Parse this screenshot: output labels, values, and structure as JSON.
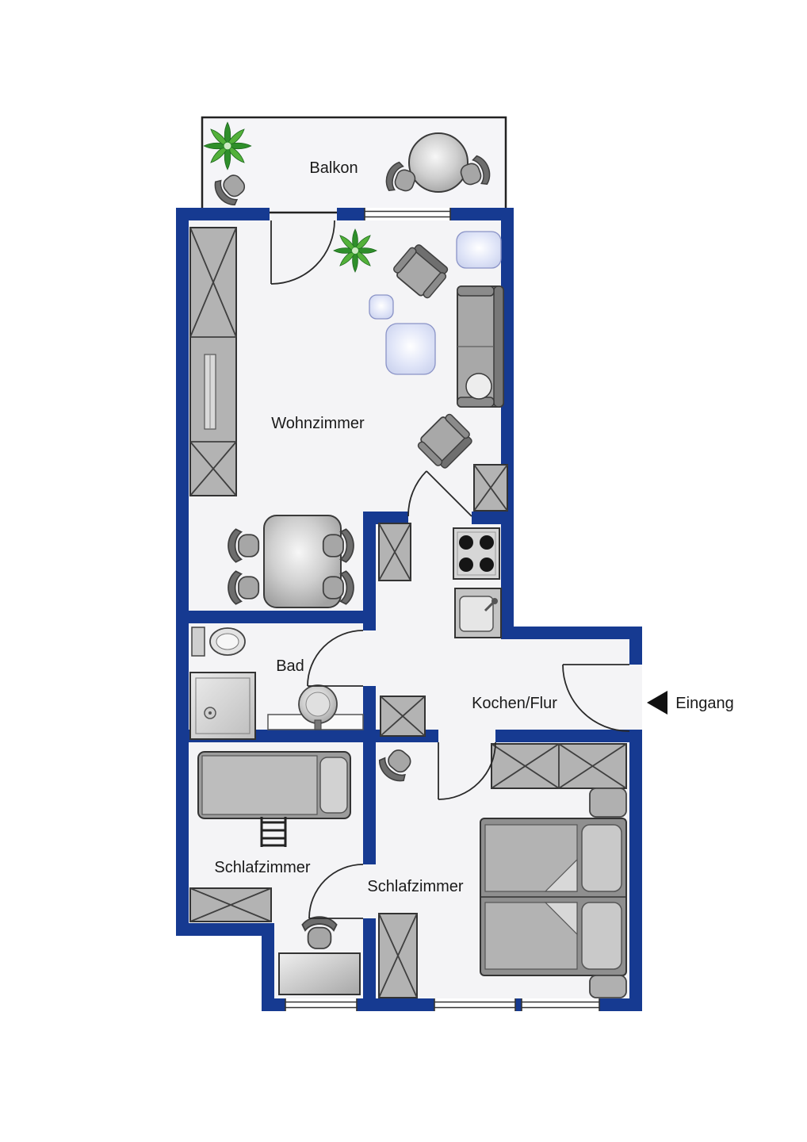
{
  "floorplan": {
    "rooms": [
      {
        "id": "balkon",
        "label": "Balkon"
      },
      {
        "id": "wohnzimmer",
        "label": "Wohnzimmer"
      },
      {
        "id": "bad",
        "label": "Bad"
      },
      {
        "id": "kochen-flur",
        "label": "Kochen/Flur"
      },
      {
        "id": "schlafzimmer-links",
        "label": "Schlafzimmer"
      },
      {
        "id": "schlafzimmer-rechts",
        "label": "Schlafzimmer"
      }
    ],
    "entrance_label": "Eingang",
    "colors": {
      "wall_blue": "#163a91",
      "floor": "#f4f4f6",
      "furniture_gray": "#a8a8a8",
      "accent_lilac": "#ced6f0",
      "plant_green": "#3c9a34",
      "text": "#1a1a1a"
    }
  }
}
